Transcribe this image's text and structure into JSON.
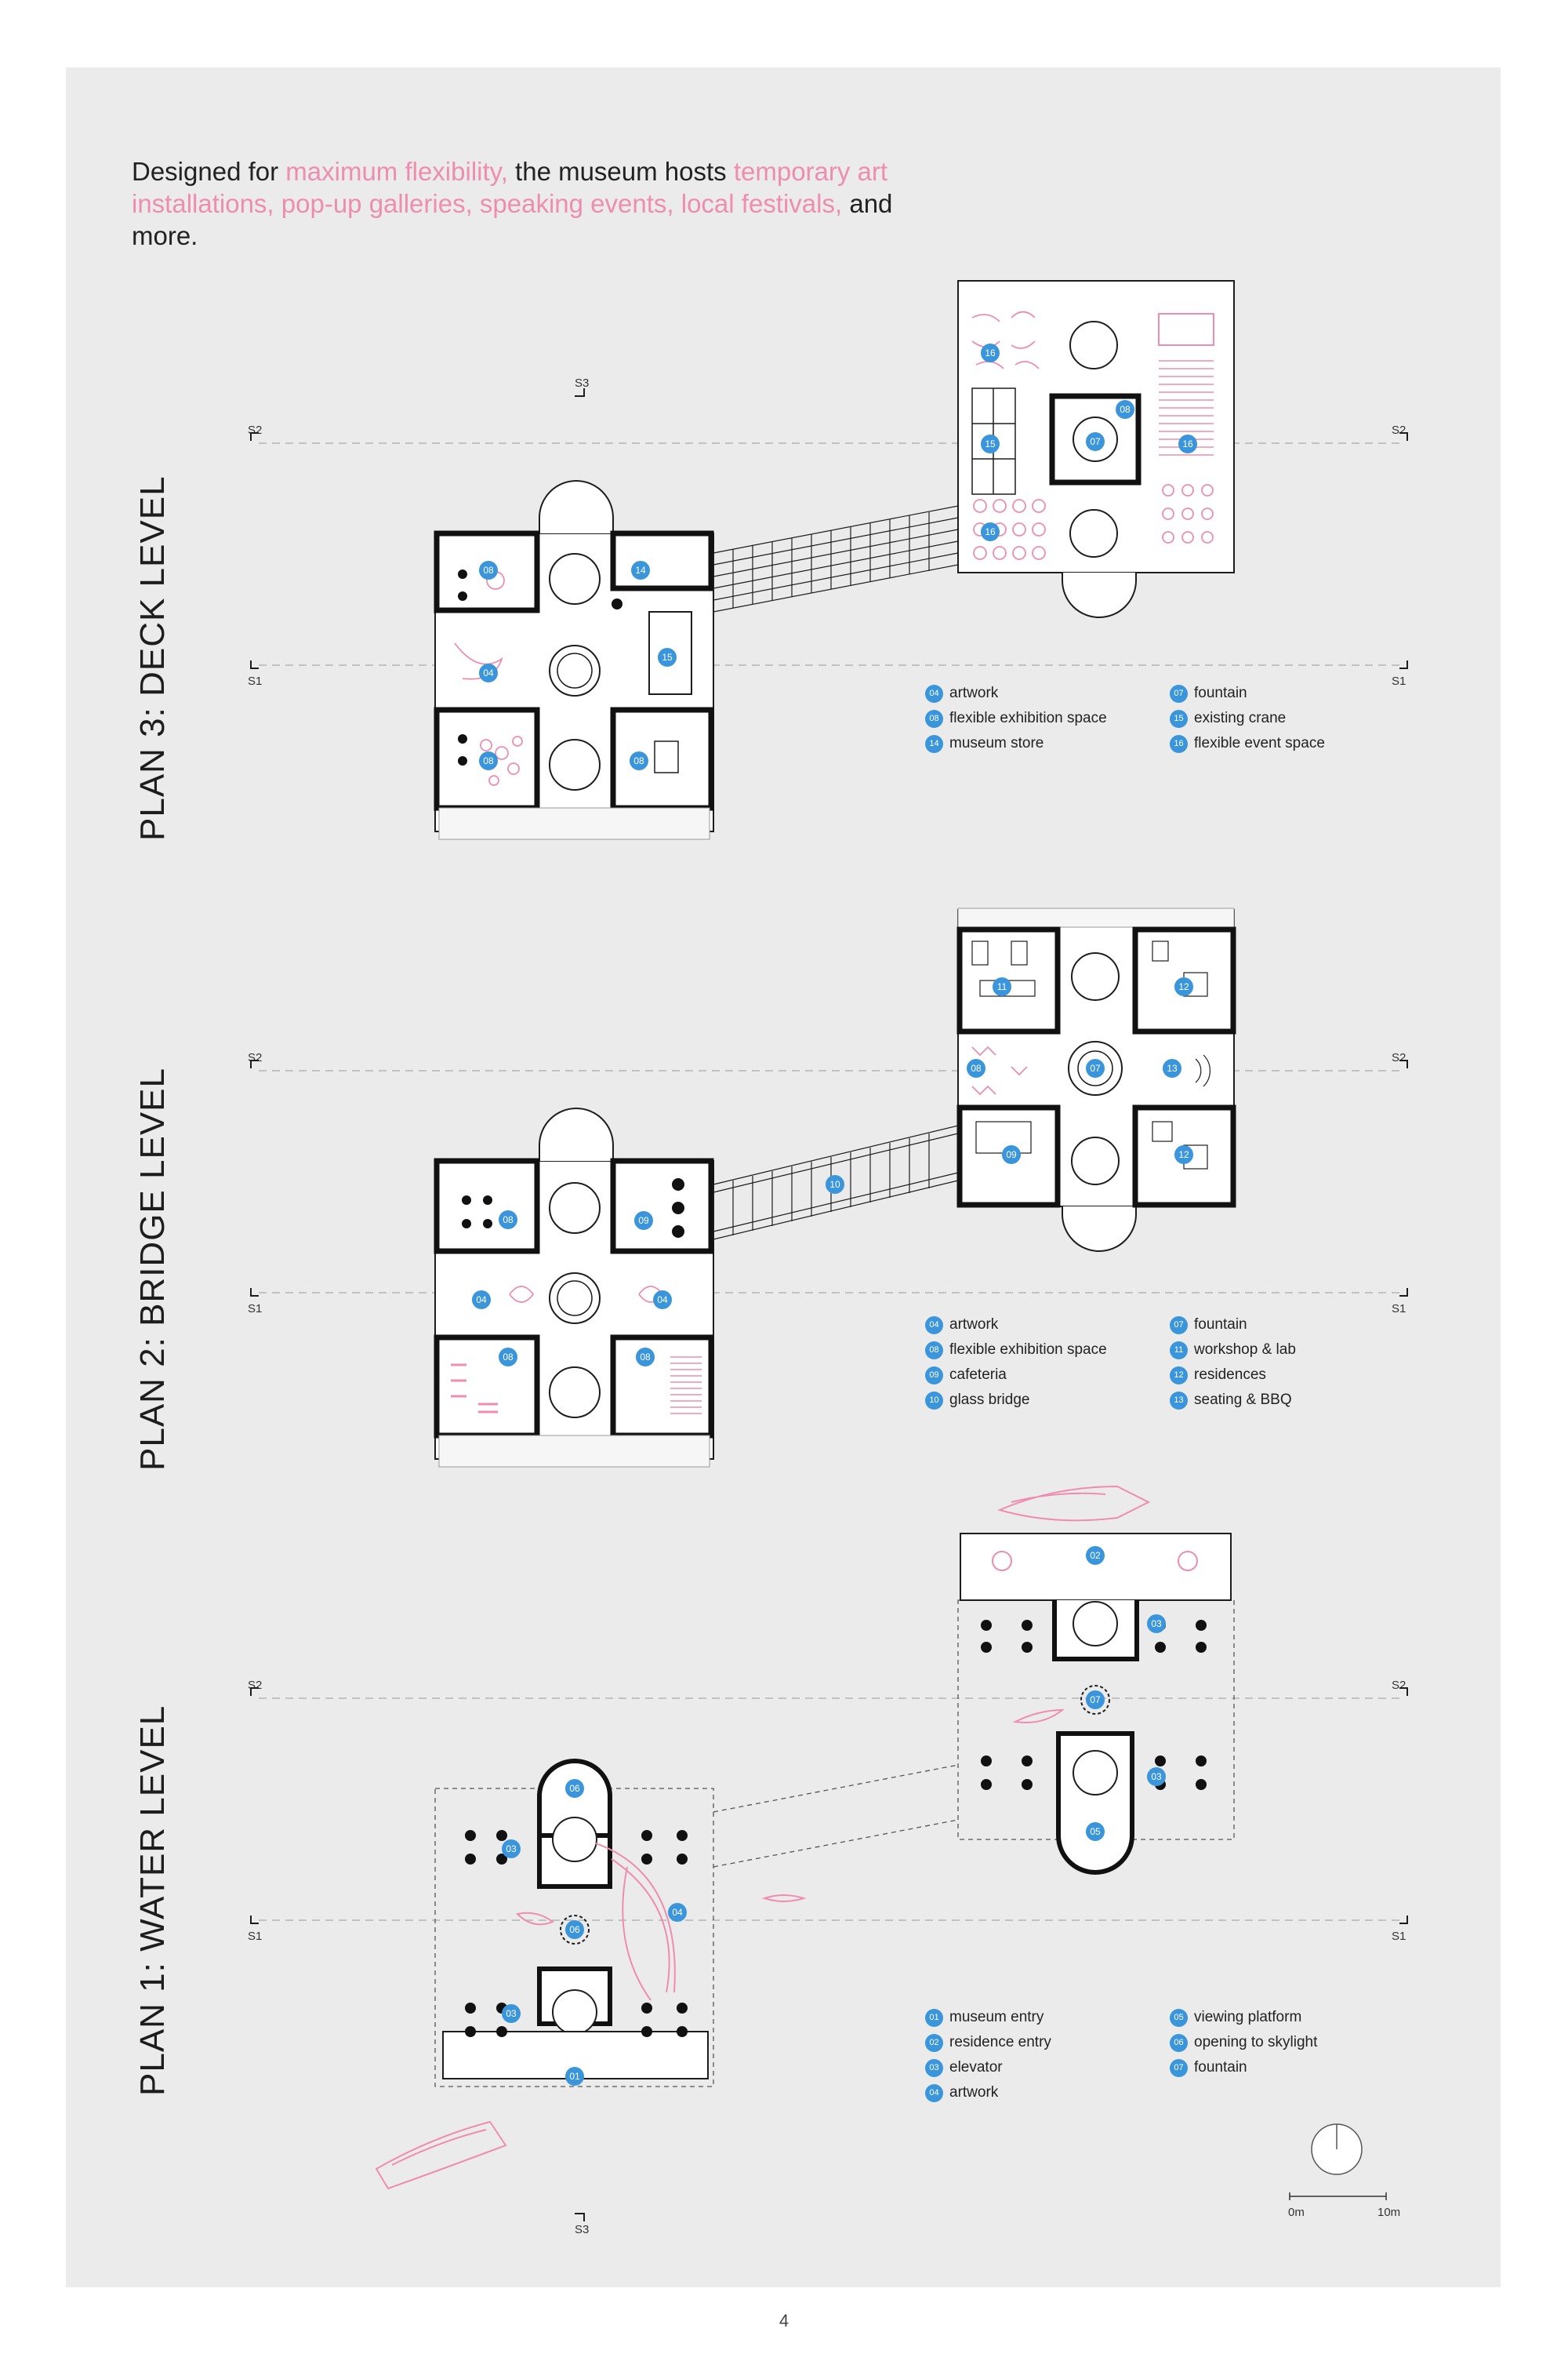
{
  "intro": {
    "p1": "Designed for ",
    "p2": "maximum flexibility,",
    "p3": " the museum hosts ",
    "p4": "temporary art installations, pop-up galleries, speaking events, local festivals,",
    "p5": " and more."
  },
  "plans": [
    {
      "title": "PLAN 3: DECK LEVEL"
    },
    {
      "title": "PLAN 2: BRIDGE LEVEL"
    },
    {
      "title": "PLAN 1: WATER LEVEL"
    }
  ],
  "section_marks": {
    "s1": "S1",
    "s2": "S2",
    "s3": "S3"
  },
  "legends": {
    "deck": [
      {
        "num": "04",
        "label": "artwork"
      },
      {
        "num": "08",
        "label": "flexible exhibition space"
      },
      {
        "num": "14",
        "label": "museum store"
      },
      {
        "num": "07",
        "label": "fountain"
      },
      {
        "num": "15",
        "label": "existing crane"
      },
      {
        "num": "16",
        "label": "flexible event space"
      }
    ],
    "bridge": [
      {
        "num": "04",
        "label": "artwork"
      },
      {
        "num": "08",
        "label": "flexible exhibition space"
      },
      {
        "num": "09",
        "label": "cafeteria"
      },
      {
        "num": "10",
        "label": "glass bridge"
      },
      {
        "num": "07",
        "label": "fountain"
      },
      {
        "num": "11",
        "label": "workshop & lab"
      },
      {
        "num": "12",
        "label": "residences"
      },
      {
        "num": "13",
        "label": "seating & BBQ"
      }
    ],
    "water": [
      {
        "num": "01",
        "label": "museum entry"
      },
      {
        "num": "02",
        "label": "residence entry"
      },
      {
        "num": "03",
        "label": "elevator"
      },
      {
        "num": "04",
        "label": "artwork"
      },
      {
        "num": "05",
        "label": "viewing platform"
      },
      {
        "num": "06",
        "label": "opening to skylight"
      },
      {
        "num": "07",
        "label": "fountain"
      }
    ]
  },
  "markers": {
    "deck": [
      "08",
      "14",
      "04",
      "15",
      "08",
      "08",
      "16",
      "08",
      "07",
      "15",
      "16",
      "16"
    ],
    "bridge": [
      "08",
      "09",
      "04",
      "04",
      "08",
      "08",
      "10",
      "11",
      "12",
      "08",
      "07",
      "13",
      "09",
      "12"
    ],
    "water": [
      "06",
      "03",
      "06",
      "04",
      "03",
      "01",
      "02",
      "03",
      "07",
      "03",
      "05"
    ]
  },
  "scale": {
    "start": "0m",
    "end": "10m"
  },
  "page_number": "4",
  "colors": {
    "accent_pink": "#ee8db0",
    "marker_blue": "#3a95db",
    "sheet": "#ebebeb",
    "ink": "#1d1d1d"
  }
}
